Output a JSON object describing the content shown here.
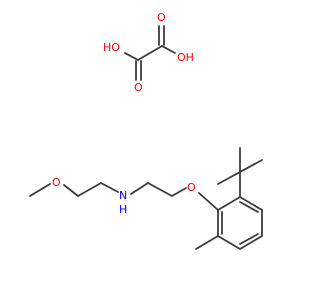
{
  "colors": {
    "bond": "#3a3a3a",
    "oxygen": "#ff0000",
    "nitrogen": "#0000ff",
    "background": "#ffffff"
  },
  "labels": {
    "oxalic_ho_left": "HO",
    "oxalic_oh_right": "OH",
    "oxalic_o_bottom_left": "O",
    "oxalic_o_top_right": "O",
    "ether_o_methoxy": "O",
    "amine_nh": "N",
    "amine_h": "H",
    "aryl_ether_o": "O"
  }
}
